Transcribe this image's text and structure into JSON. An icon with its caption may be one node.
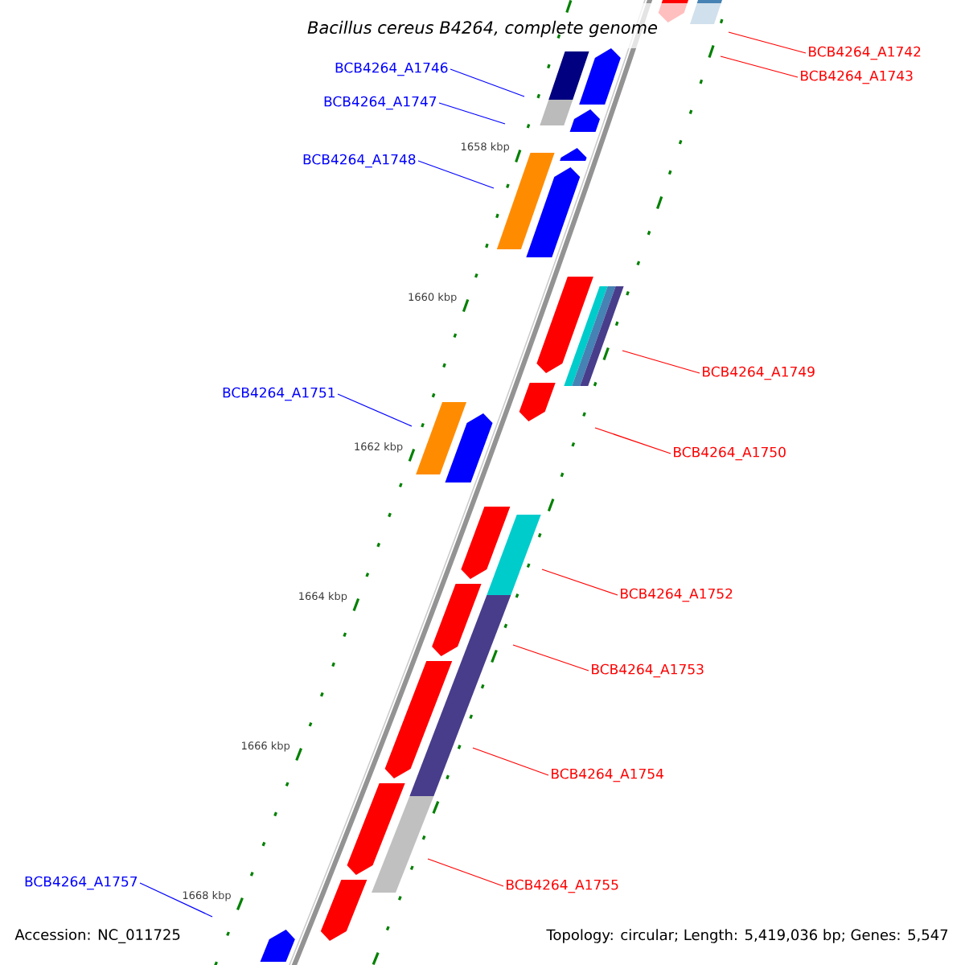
{
  "diagram": {
    "title": "Bacillus cereus B4264, complete genome",
    "nodes": [
      {
        "text": [
          "BCB4264_A1742"
        ]
      },
      {
        "text": [
          "BCB4264_A1743"
        ]
      },
      {
        "text": [
          "BCB4264_A1746"
        ]
      },
      {
        "text": [
          "BCB4264_A1747"
        ]
      },
      {
        "text": [
          "BCB4264_A1748"
        ]
      },
      {
        "text": [
          "BCB4264_A1749"
        ]
      },
      {
        "text": [
          "BCB4264_A1751"
        ]
      },
      {
        "text": [
          "BCB4264_A1750"
        ]
      },
      {
        "text": [
          "BCB4264_A1752"
        ]
      },
      {
        "text": [
          "BCB4264_A1753"
        ]
      },
      {
        "text": [
          "BCB4264_A1754"
        ]
      },
      {
        "text": [
          "BCB4264_A1755"
        ]
      },
      {
        "text": [
          "BCB4264_A1757"
        ]
      }
    ],
    "edges": [
      {
        "from": 0,
        "to": null,
        "arrow": "none"
      },
      {
        "from": 1,
        "to": null,
        "arrow": "none"
      },
      {
        "from": 2,
        "to": null,
        "arrow": "none",
        "color": "#0000ff"
      },
      {
        "from": 3,
        "to": null,
        "arrow": "none",
        "color": "#0000ff"
      },
      {
        "from": 4,
        "to": null,
        "arrow": "none",
        "color": "#0000ff"
      },
      {
        "from": 5,
        "to": null,
        "arrow": "none"
      },
      {
        "from": 6,
        "to": null,
        "arrow": "none",
        "color": "#0000ff"
      },
      {
        "from": 7,
        "to": null,
        "arrow": "none"
      },
      {
        "from": 8,
        "to": null,
        "arrow": "none"
      },
      {
        "from": 9,
        "to": null,
        "arrow": "none"
      },
      {
        "from": 10,
        "to": null,
        "arrow": "none"
      },
      {
        "from": 11,
        "to": null,
        "arrow": "none"
      },
      {
        "from": 12,
        "to": null,
        "arrow": "none",
        "color": "#0000ff"
      }
    ],
    "labels": [
      "1658 kbp",
      "1660 kbp",
      "1662 kbp",
      "1664 kbp",
      "1666 kbp",
      "1668 kbp",
      "Accession: NC_011725",
      "Topology: circular; Length: 5,419,036 bp; Genes: 5,547"
    ]
  }
}
